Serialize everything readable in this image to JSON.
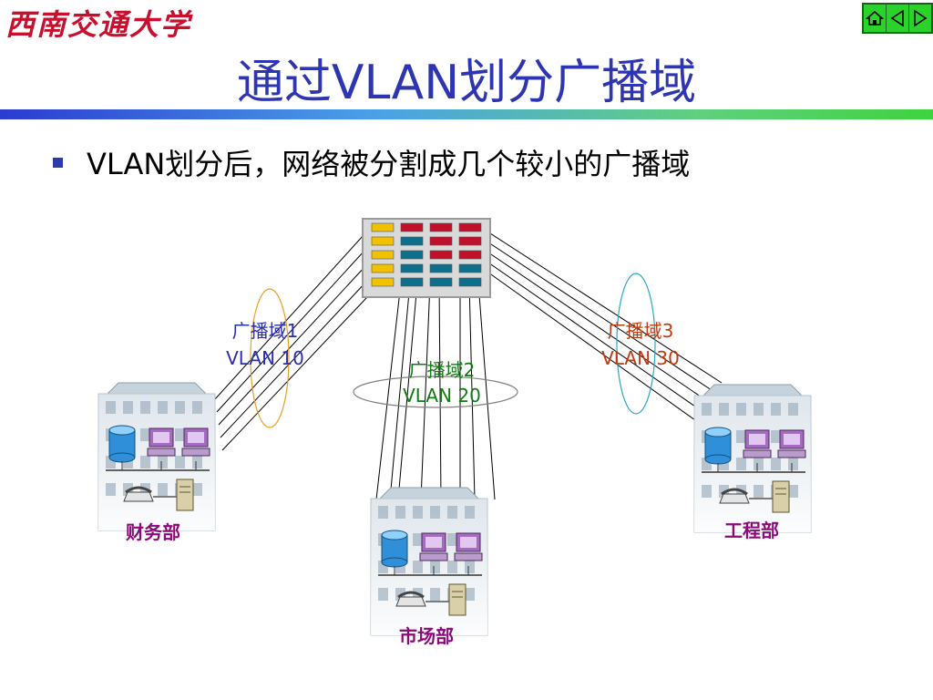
{
  "header": {
    "logo_text": "西南交通大学",
    "nav": [
      "home-icon",
      "prev-icon",
      "next-icon"
    ]
  },
  "slide": {
    "title": "通过VLAN划分广播域",
    "bullet": "VLAN划分后，网络被分割成几个较小的广播域"
  },
  "diagram": {
    "domains": [
      {
        "name": "广播域1",
        "vlan": "VLAN 10",
        "color": "#2a2fb0",
        "ellipse_color": "#e8a020"
      },
      {
        "name": "广播域2",
        "vlan": "VLAN 20",
        "color": "#127a12",
        "ellipse_color": "#808080"
      },
      {
        "name": "广播域3",
        "vlan": "VLAN 30",
        "color": "#c03a10",
        "ellipse_color": "#2aa8c8"
      }
    ],
    "departments": [
      "财务部",
      "市场部",
      "工程部"
    ],
    "dept_color": "#8b0a7a",
    "port_colors": {
      "vlan10": "#f2c200",
      "vlan20": "#0e6f8c",
      "vlan30": "#c0102a"
    }
  }
}
